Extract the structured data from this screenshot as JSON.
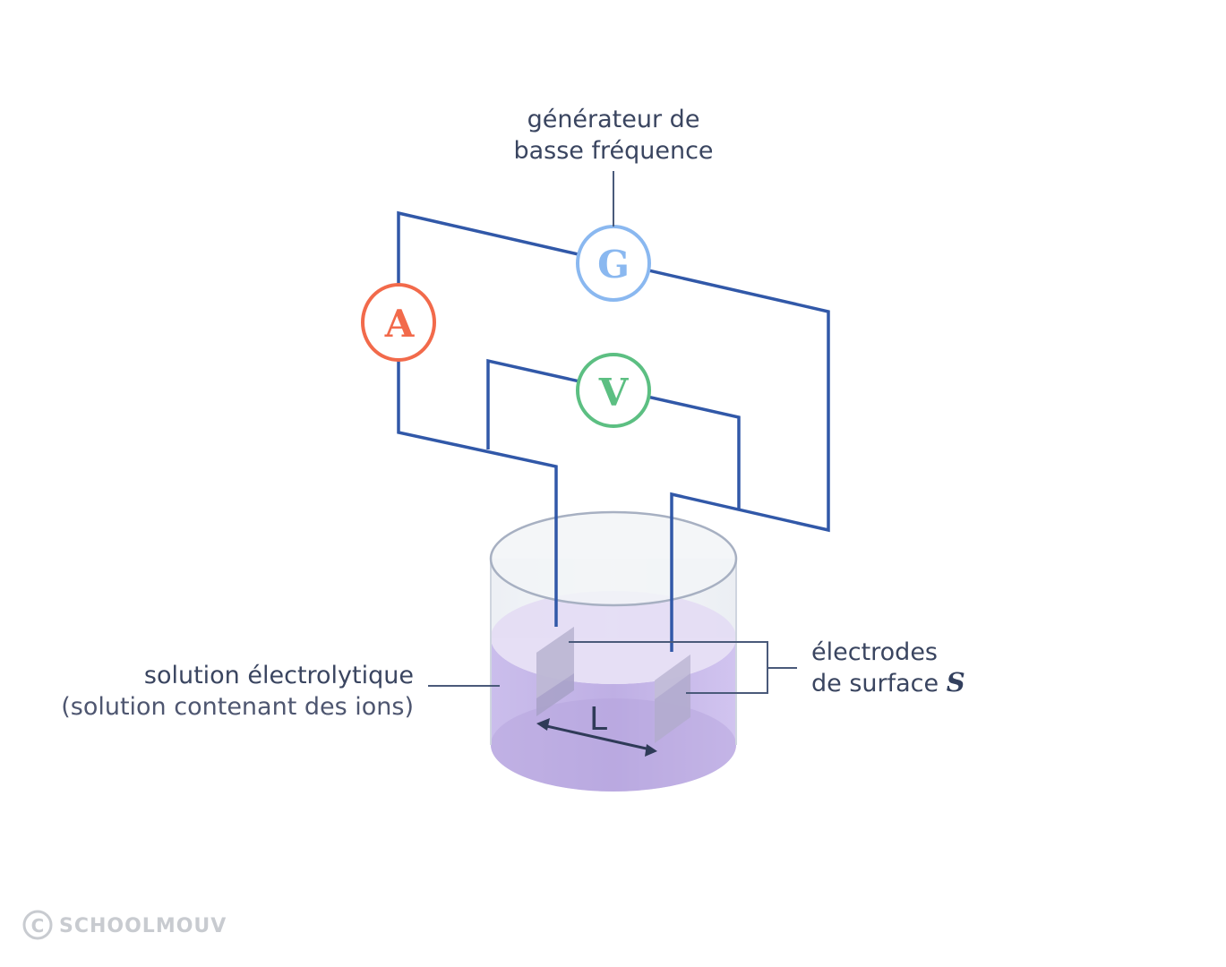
{
  "generator": {
    "symbol": "G",
    "label_line1": "générateur de",
    "label_line2": "basse fréquence",
    "color": "#8ab8f0"
  },
  "ammeter": {
    "symbol": "A",
    "color": "#f26a4b"
  },
  "voltmeter": {
    "symbol": "V",
    "color": "#5cbf82"
  },
  "solution": {
    "label_line1": "solution électrolytique",
    "label_line2": "(solution contenant des ions)",
    "color": "#c4b5e8"
  },
  "electrodes": {
    "label_line1": "électrodes",
    "label_line2_prefix": "de surface ",
    "surface_symbol": "S"
  },
  "distance": {
    "symbol": "L"
  },
  "wire_color": "#3158a8",
  "watermark": {
    "symbol": "C",
    "text": "SCHOOLMOUV"
  }
}
